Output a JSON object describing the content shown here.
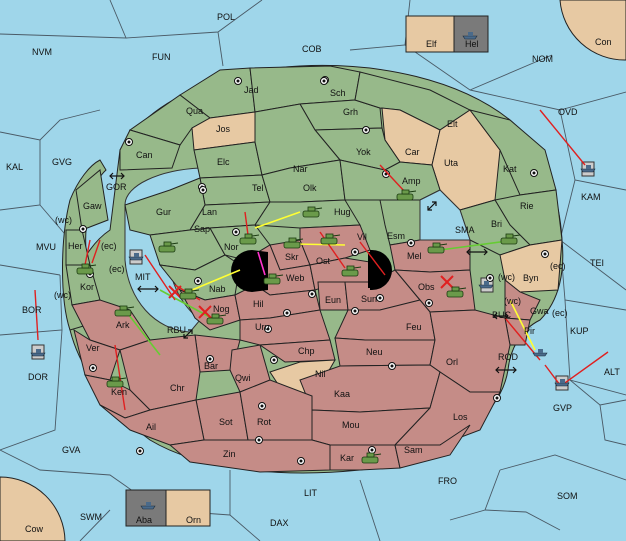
{
  "colors": {
    "sea": "#9fd6ea",
    "green_power": "#97b98a",
    "red_power": "#c58c87",
    "neutral": "#e7c9a3",
    "move_order": "#ffff33",
    "support_order": "#66cc33",
    "convoy_order": "#ff33cc",
    "dislodge_arrow": "#e02020",
    "inset_grey": "#7a7a7a"
  },
  "icons": {
    "army": "tank-icon",
    "fleet": "ship-icon",
    "supply_center": "supply-center-dot-icon",
    "failed_move": "red-x-icon",
    "canal": "double-arrow-icon"
  },
  "sea_labels": [
    "POL",
    "NVM",
    "FUN",
    "COB",
    "NOM",
    "OVD",
    "KAL",
    "GVG",
    "GOR",
    "MVU",
    "BOR",
    "SMA",
    "TEI",
    "KUP",
    "BUC",
    "ROD",
    "ALT",
    "GVA",
    "LIT",
    "FRO",
    "SOM",
    "SWM",
    "DAX"
  ],
  "corner_labels": [
    "Con",
    "Cow"
  ],
  "land_labels": [
    "Jad",
    "Sch",
    "Qua",
    "Jos",
    "Grh",
    "Elt",
    "Can",
    "Car",
    "Yok",
    "Elc",
    "Nar",
    "Uta",
    "Kat",
    "Tel",
    "Olk",
    "Amp",
    "Gaw",
    "Gur",
    "Lan",
    "Hug",
    "Rie",
    "Her",
    "Sap",
    "Nor",
    "Vil",
    "Esm",
    "Bri",
    "Kor",
    "Skr",
    "Web",
    "Ost",
    "Mel",
    "Byn",
    "Nab",
    "Eun",
    "Sun",
    "Obs",
    "Gwa",
    "Ark",
    "Nog",
    "Hil",
    "Pir",
    "Ver",
    "Uru",
    "Feu",
    "Chp",
    "Neu",
    "Bar",
    "Qwi",
    "Nil",
    "Orl",
    "Chr",
    "Kaa",
    "Ken",
    "Sot",
    "Rot",
    "Mou",
    "Los",
    "Ail",
    "Zin",
    "Kar",
    "Sam"
  ],
  "coast_labels": [
    "(wc)",
    "(ec)",
    "(ec)",
    "(wc)",
    "(wc)",
    "(ec)",
    "(wc)",
    "(ec)"
  ],
  "canals": [
    "MIT",
    "RBU"
  ],
  "home_boxes": [
    {
      "key": "elf",
      "label": "Elf"
    },
    {
      "key": "hel",
      "label": "Hel"
    },
    {
      "key": "kam",
      "label": "KAM"
    },
    {
      "key": "dor",
      "label": "DOR"
    },
    {
      "key": "gvp",
      "label": "GVP"
    },
    {
      "key": "aba",
      "label": "Aba"
    },
    {
      "key": "orn",
      "label": "Orn"
    }
  ]
}
